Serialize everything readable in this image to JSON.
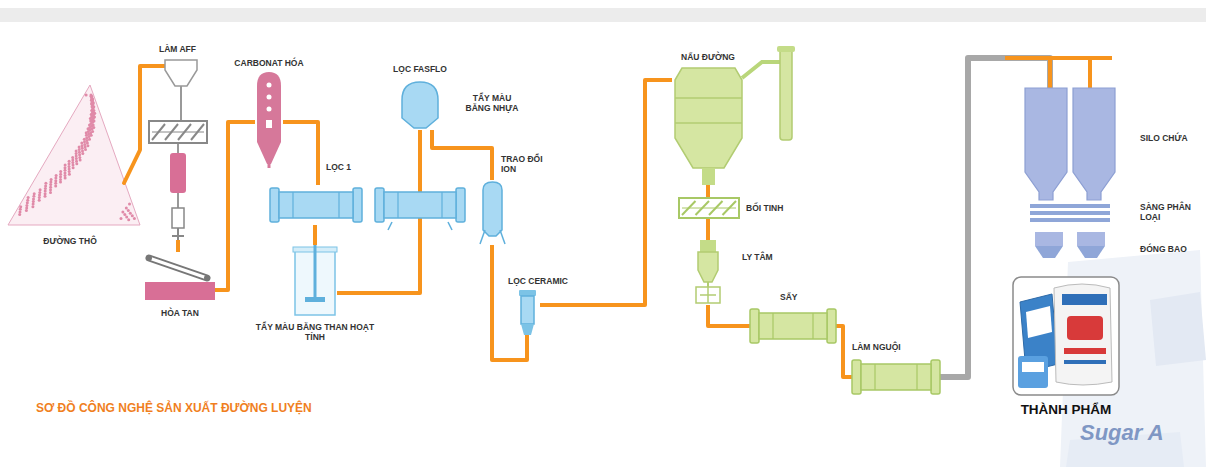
{
  "diagram": {
    "title": "SƠ ĐỒ CÔNG NGHỆ SẢN XUẤT ĐƯỜNG LUYỆN",
    "nodes": [
      {
        "text": [
          "ĐƯỜNG THÔ"
        ]
      },
      {
        "text": [
          "LÀM AFF"
        ]
      },
      {
        "text": [
          "HÒA TAN"
        ]
      },
      {
        "text": [
          "CARBONAT HÓA"
        ]
      },
      {
        "text": [
          "LỌC 1"
        ]
      },
      {
        "text": [
          "TẨY MÀU BẰNG THAN HOẠT TÍNH"
        ]
      },
      {
        "text": [
          "LỌC FASFLO"
        ]
      },
      {
        "text": [
          "TRAO ĐỔI ION"
        ]
      },
      {
        "text": [
          "LỌC CERAMIC"
        ]
      },
      {
        "text": [
          "NẤU ĐƯỜNG"
        ]
      },
      {
        "text": [
          "BỐI TINH"
        ]
      },
      {
        "text": [
          "LY TÂM"
        ]
      },
      {
        "text": [
          "SẤY"
        ]
      },
      {
        "text": [
          "LÀM NGUỘI"
        ]
      },
      {
        "text": [
          "SILO CHỨA"
        ]
      },
      {
        "text": [
          "SÀNG PHÂN LOẠI"
        ]
      },
      {
        "text": [
          "ĐÓNG BAO"
        ]
      },
      {
        "text": [
          "THÀNH PHẨM"
        ]
      }
    ],
    "edges": [
      {
        "from": 0,
        "to": 1,
        "arrow": "none"
      },
      {
        "from": 1,
        "to": 2,
        "arrow": "none"
      },
      {
        "from": 2,
        "to": 3,
        "arrow": "none"
      },
      {
        "from": 3,
        "to": 4,
        "arrow": "none"
      },
      {
        "from": 4,
        "to": 5,
        "arrow": "none"
      },
      {
        "from": 5,
        "to": 6,
        "arrow": "none"
      },
      {
        "from": 6,
        "to": 7,
        "arrow": "none"
      },
      {
        "from": 7,
        "to": 8,
        "arrow": "none"
      },
      {
        "from": 8,
        "to": 9,
        "arrow": "none"
      },
      {
        "from": 9,
        "to": 10,
        "arrow": "none"
      },
      {
        "from": 10,
        "to": 11,
        "arrow": "none"
      },
      {
        "from": 11,
        "to": 12,
        "arrow": "none"
      },
      {
        "from": 12,
        "to": 13,
        "arrow": "none"
      },
      {
        "from": 13,
        "to": 14,
        "arrow": "none"
      }
    ],
    "labels": [
      "TẨY MÀU BẰNG NHỰA",
      "Sugar A"
    ]
  }
}
